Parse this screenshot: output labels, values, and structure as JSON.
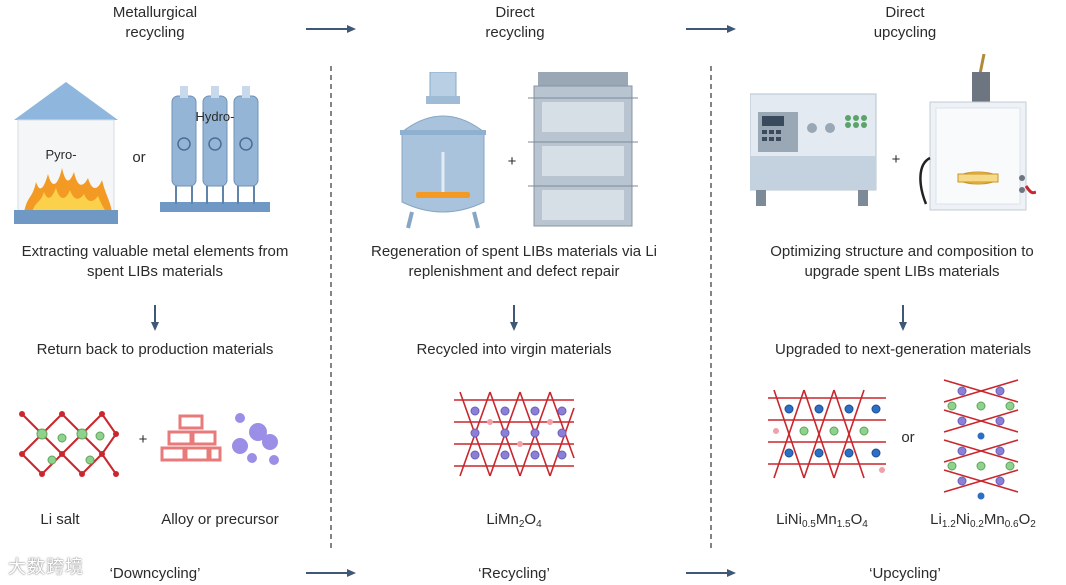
{
  "columns": [
    {
      "title_line1": "Metallurgical",
      "title_line2": "recycling",
      "label_pyro": "Pyro-",
      "label_or": "or",
      "label_hydro": "Hydro-",
      "desc_line1": "Extracting valuable metal elements from",
      "desc_line2": "spent LIBs materials",
      "result": "Return back to production materials",
      "plus": "+",
      "product1": "Li salt",
      "product2": "Alloy or precursor",
      "tag": "‘Downcycling’"
    },
    {
      "title_line1": "Direct",
      "title_line2": "recycling",
      "plus": "+",
      "desc_line1": "Regeneration of spent LIBs materials via Li",
      "desc_line2": "replenishment and defect repair",
      "result": "Recycled into virgin materials",
      "product_main": "LiMn",
      "product_sub1": "2",
      "product_mid": "O",
      "product_sub2": "4",
      "tag": "‘Recycling’"
    },
    {
      "title_line1": "Direct",
      "title_line2": "upcycling",
      "plus": "+",
      "desc_line1": "Optimizing structure and composition to",
      "desc_line2": "upgrade spent LIBs materials",
      "result": "Upgraded to next-generation materials",
      "label_or": "or",
      "p1_a": "LiNi",
      "p1_s1": "0.5",
      "p1_b": "Mn",
      "p1_s2": "1.5",
      "p1_c": "O",
      "p1_s3": "4",
      "p2_a": "Li",
      "p2_s1": "1.2",
      "p2_b": "Ni",
      "p2_s2": "0.2",
      "p2_c": "Mn",
      "p2_s3": "0.6",
      "p2_d": "O",
      "p2_s4": "2",
      "tag": "‘Upcycling’"
    }
  ],
  "watermark": "大数跨境",
  "colors": {
    "arrow": "#3f5876",
    "divider": "#333333",
    "steel": "#a9c3dc",
    "flame": "#f39a24",
    "atom_red": "#c9272d",
    "atom_green": "#8fd28d",
    "atom_blue": "#2c6fc4",
    "atom_purple": "#8b7fd6",
    "brick": "#e87a7a",
    "bubble": "#9b8ee6"
  }
}
